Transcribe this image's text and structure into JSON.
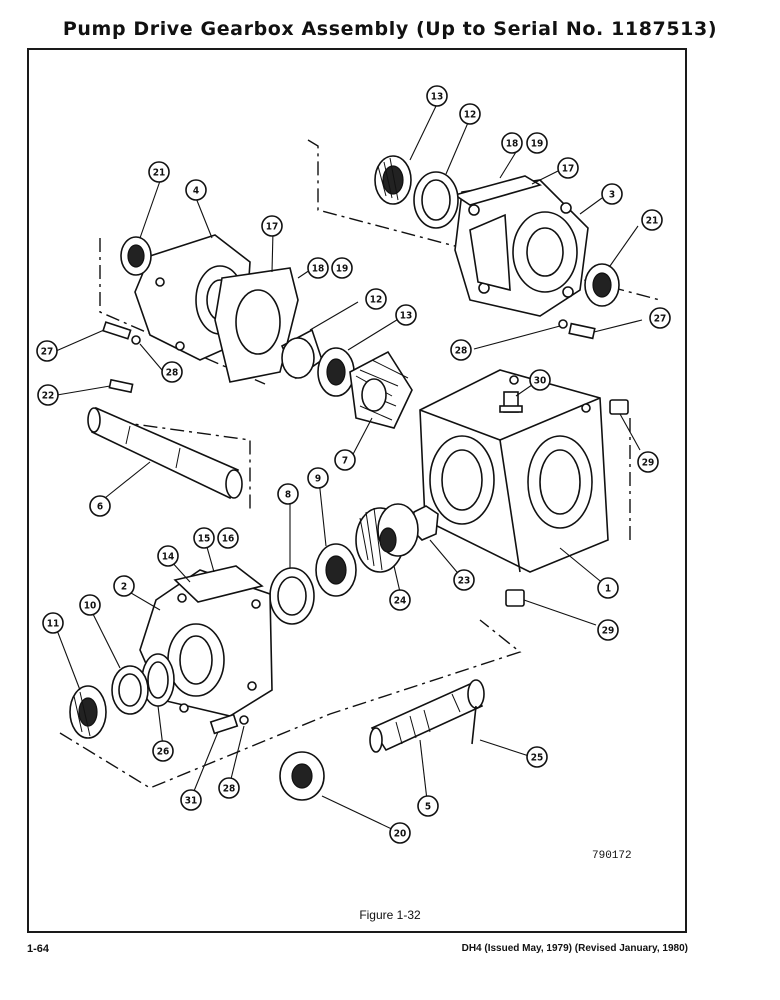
{
  "page": {
    "title": "Pump Drive Gearbox Assembly (Up to Serial No. 1187513)",
    "drawing_number": "790172",
    "caption": "Figure 1-32",
    "page_number": "1-64",
    "footer_note": "DH4 (Issued May, 1979) (Revised January, 1980)"
  },
  "callouts": [
    {
      "id": "c1",
      "label": "1"
    },
    {
      "id": "c2",
      "label": "2"
    },
    {
      "id": "c3",
      "label": "3"
    },
    {
      "id": "c4",
      "label": "4"
    },
    {
      "id": "c5",
      "label": "5"
    },
    {
      "id": "c6",
      "label": "6"
    },
    {
      "id": "c7",
      "label": "7"
    },
    {
      "id": "c8",
      "label": "8"
    },
    {
      "id": "c9",
      "label": "9"
    },
    {
      "id": "c10",
      "label": "10"
    },
    {
      "id": "c11",
      "label": "11"
    },
    {
      "id": "c12a",
      "label": "12"
    },
    {
      "id": "c12b",
      "label": "12"
    },
    {
      "id": "c13a",
      "label": "13"
    },
    {
      "id": "c13b",
      "label": "13"
    },
    {
      "id": "c14",
      "label": "14"
    },
    {
      "id": "c15",
      "label": "15"
    },
    {
      "id": "c16",
      "label": "16"
    },
    {
      "id": "c17a",
      "label": "17"
    },
    {
      "id": "c17b",
      "label": "17"
    },
    {
      "id": "c18a",
      "label": "18"
    },
    {
      "id": "c19a",
      "label": "19"
    },
    {
      "id": "c18b",
      "label": "18"
    },
    {
      "id": "c19b",
      "label": "19"
    },
    {
      "id": "c20",
      "label": "20"
    },
    {
      "id": "c21a",
      "label": "21"
    },
    {
      "id": "c21b",
      "label": "21"
    },
    {
      "id": "c22",
      "label": "22"
    },
    {
      "id": "c23",
      "label": "23"
    },
    {
      "id": "c24",
      "label": "24"
    },
    {
      "id": "c25",
      "label": "25"
    },
    {
      "id": "c26",
      "label": "26"
    },
    {
      "id": "c27a",
      "label": "27"
    },
    {
      "id": "c27b",
      "label": "27"
    },
    {
      "id": "c28a",
      "label": "28"
    },
    {
      "id": "c28b",
      "label": "28"
    },
    {
      "id": "c28c",
      "label": "28"
    },
    {
      "id": "c29a",
      "label": "29"
    },
    {
      "id": "c29b",
      "label": "29"
    },
    {
      "id": "c30",
      "label": "30"
    },
    {
      "id": "c31",
      "label": "31"
    }
  ]
}
